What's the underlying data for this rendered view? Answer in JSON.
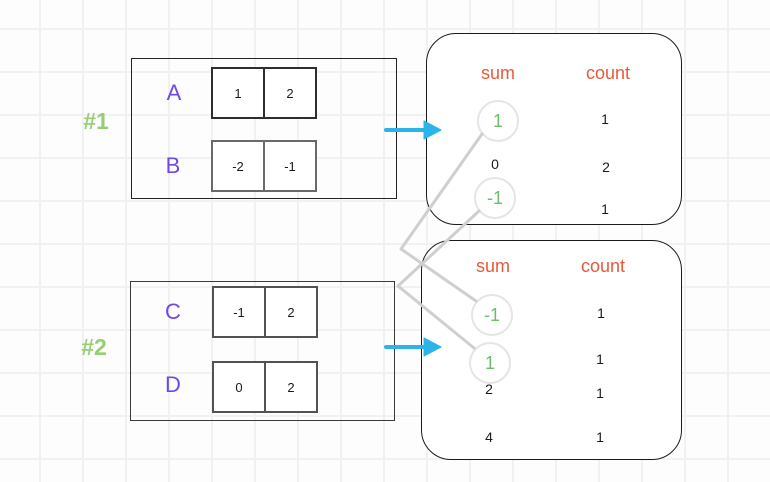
{
  "diagram": {
    "groups": [
      {
        "label": "#1",
        "arrays": [
          {
            "name": "A",
            "cells": [
              "1",
              "2"
            ]
          },
          {
            "name": "B",
            "cells": [
              "-2",
              "-1"
            ]
          }
        ]
      },
      {
        "label": "#2",
        "arrays": [
          {
            "name": "C",
            "cells": [
              "-1",
              "2"
            ]
          },
          {
            "name": "D",
            "cells": [
              "0",
              "2"
            ]
          }
        ]
      }
    ],
    "results": [
      {
        "sum_header": "sum",
        "count_header": "count",
        "rows": [
          {
            "sum": "1",
            "count": "1",
            "circled": true
          },
          {
            "sum": "0",
            "count": "2",
            "circled": false
          },
          {
            "sum": "-1",
            "count": "1",
            "circled": true
          }
        ]
      },
      {
        "sum_header": "sum",
        "count_header": "count",
        "rows": [
          {
            "sum": "-1",
            "count": "1",
            "circled": true
          },
          {
            "sum": "1",
            "count": "1",
            "circled": true
          },
          {
            "sum": "2",
            "count": "1",
            "circled": false
          },
          {
            "sum": "4",
            "count": "1",
            "circled": false
          }
        ]
      }
    ],
    "connections": [
      {
        "from_box": 1,
        "from_sum": "1",
        "to_box": 2,
        "to_sum": "-1"
      },
      {
        "from_box": 1,
        "from_sum": "-1",
        "to_box": 2,
        "to_sum": "1"
      }
    ],
    "colors": {
      "group_label_green": "#95cf72",
      "array_letter_purple": "#7048e8",
      "header_orange": "#e8593c",
      "circled_sum_green": "#6dbd6f",
      "arrow_cyan": "#2bb3ea",
      "connector_gray": "#cfcfcf"
    }
  }
}
